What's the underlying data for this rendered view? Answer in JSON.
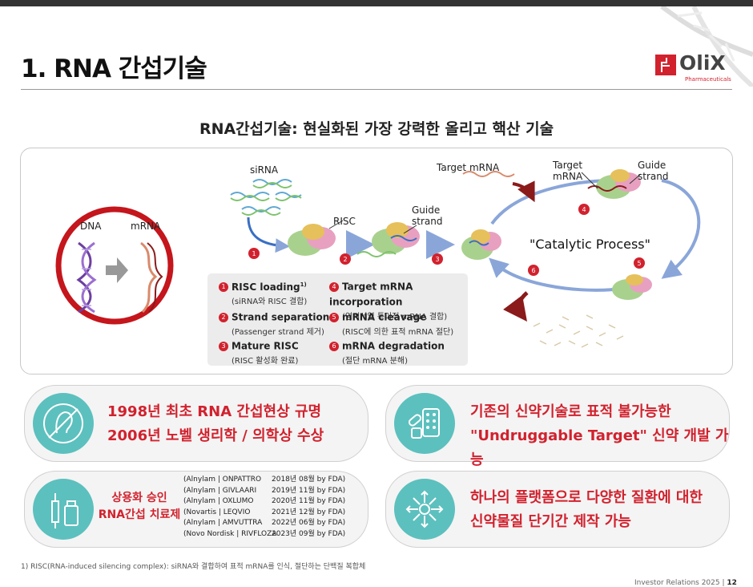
{
  "header": {
    "title": "1. RNA 간섭기술",
    "logo_text": "OliX",
    "logo_sub": "Pharmaceuticals"
  },
  "subtitle": "RNA간섭기술: 현실화된 가장 강력한 올리고 핵산 기술",
  "diagram": {
    "dna_label": "DNA",
    "mrna_label": "mRNA",
    "sirna_label": "siRNA",
    "risc_label": "RISC",
    "guide_label_1": "Guide",
    "guide_label_2": "strand",
    "target_mrna_label": "Target mRNA",
    "target_label_1": "Target",
    "target_label_2": "mRNA",
    "guide2_label_1": "Guide",
    "guide2_label_2": "strand",
    "catalytic": "\"Catalytic Process\"",
    "step_numbers": [
      "1",
      "2",
      "3",
      "4",
      "5",
      "6"
    ]
  },
  "legend": [
    {
      "num": "1",
      "title": "RISC loading",
      "sup": "1)",
      "sub": "(siRNA와 RISC 결합)"
    },
    {
      "num": "2",
      "title": "Strand separation",
      "sup": "",
      "sub": "(Passenger strand 제거)"
    },
    {
      "num": "3",
      "title": "Mature RISC",
      "sup": "",
      "sub": "(RISC 활성화 완료)"
    },
    {
      "num": "4",
      "title": "Target mRNA incorporation",
      "sup": "",
      "sub": "(염기서열 특이적 mRNA 결합)"
    },
    {
      "num": "5",
      "title": "mRNA cleavage",
      "sup": "",
      "sub": "(RISC에 의한 표적 mRNA 절단)"
    },
    {
      "num": "6",
      "title": "mRNA degradation",
      "sup": "",
      "sub": "(절단 mRNA 분해)"
    }
  ],
  "cards": {
    "nobel": {
      "line1": "1998년 최초 RNA 간섭현상 규명",
      "line2": "2006년 노벨 생리학 / 의학상 수상",
      "icon": "nobel-medal-icon"
    },
    "undruggable": {
      "line1": "기존의 신약기술로 표적 불가능한",
      "line2": "\"Undruggable Target\" 신약 개발 가능",
      "icon": "pills-icon"
    },
    "approved": {
      "line1": "상용화 승인",
      "line2": "RNA간섭 치료제",
      "icon": "syringe-vial-icon",
      "drugs": [
        {
          "name": "(Alnylam | ONPATTRO",
          "date": "2018년 08월 by FDA)"
        },
        {
          "name": "(Alnylam | GIVLAARI",
          "date": "2019년 11월 by FDA)"
        },
        {
          "name": "(Alnylam | OXLUMO",
          "date": "2020년 11월 by FDA)"
        },
        {
          "name": "(Novartis | LEQVIO",
          "date": "2021년 12월 by FDA)"
        },
        {
          "name": "(Alnylam | AMVUTTRA",
          "date": "2022년 06월 by FDA)"
        },
        {
          "name": "(Novo Nordisk  | RIVFLOZA",
          "date": "2023년 09월 by FDA)"
        }
      ]
    },
    "platform": {
      "line1": "하나의 플랫폼으로 다양한 질환에 대한",
      "line2": "신약물질 단기간 제작 가능",
      "icon": "platform-arrows-icon"
    }
  },
  "footnote": "1) RISC(RNA-induced silencing complex): siRNA와 결합하여 표적 mRNA를 인식, 절단하는 단백질 복합체",
  "footer": {
    "text": "Investor Relations 2025",
    "page": "12"
  },
  "colors": {
    "accent": "#d1222e",
    "teal": "#5cc0be",
    "arrow": "#8aa6d9"
  }
}
